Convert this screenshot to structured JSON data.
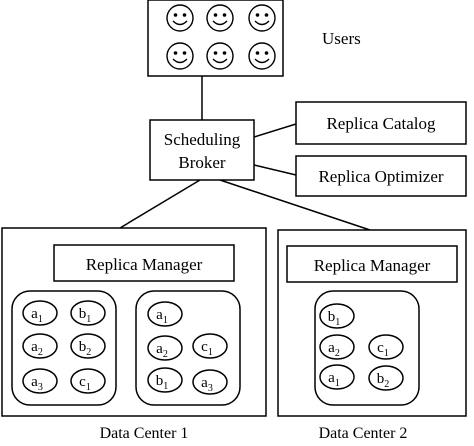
{
  "users": {
    "label": "Users",
    "count": 6
  },
  "scheduling_broker": {
    "line1": "Scheduling",
    "line2": "Broker"
  },
  "replica_catalog": {
    "label": "Replica Catalog"
  },
  "replica_optimizer": {
    "label": "Replica Optimizer"
  },
  "data_centers": [
    {
      "name": "Data Center 1",
      "manager": "Replica Manager",
      "groups": [
        {
          "items": [
            {
              "b": "a",
              "s": "1"
            },
            {
              "b": "b",
              "s": "1"
            },
            {
              "b": "a",
              "s": "2"
            },
            {
              "b": "b",
              "s": "2"
            },
            {
              "b": "a",
              "s": "3"
            },
            {
              "b": "c",
              "s": "1"
            }
          ]
        },
        {
          "items": [
            {
              "b": "a",
              "s": "1"
            },
            {
              "b": "a",
              "s": "2"
            },
            {
              "b": "c",
              "s": "1"
            },
            {
              "b": "b",
              "s": "1"
            },
            {
              "b": "a",
              "s": "3"
            }
          ]
        }
      ]
    },
    {
      "name": "Data Center 2",
      "manager": "Replica Manager",
      "groups": [
        {
          "items": [
            {
              "b": "b",
              "s": "1"
            },
            {
              "b": "a",
              "s": "2"
            },
            {
              "b": "c",
              "s": "1"
            },
            {
              "b": "a",
              "s": "1"
            },
            {
              "b": "b",
              "s": "2"
            }
          ]
        }
      ]
    }
  ]
}
